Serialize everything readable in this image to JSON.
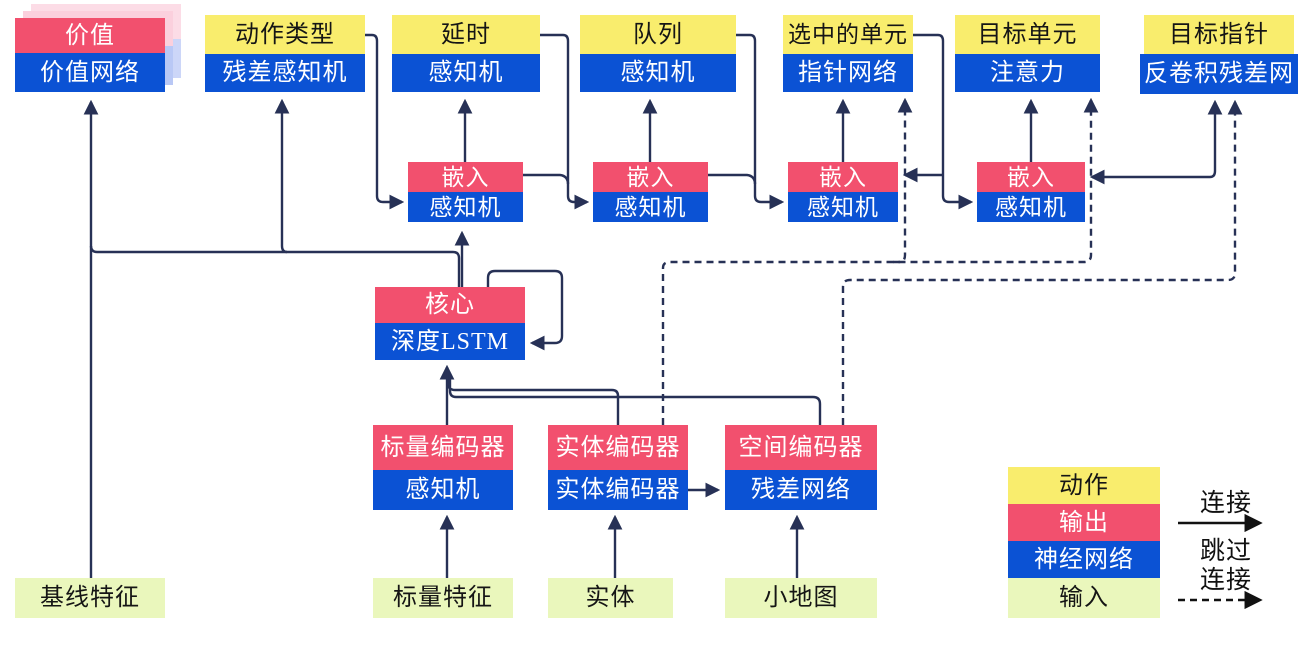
{
  "nodes": {
    "value": {
      "top": "价值",
      "bottom": "价值网络"
    },
    "action_type": {
      "top": "动作类型",
      "bottom": "残差感知机"
    },
    "delay": {
      "top": "延时",
      "bottom": "感知机"
    },
    "queue": {
      "top": "队列",
      "bottom": "感知机"
    },
    "selected_units": {
      "top": "选中的单元",
      "bottom": "指针网络"
    },
    "target_unit": {
      "top": "目标单元",
      "bottom": "注意力"
    },
    "target_point": {
      "top": "目标指针",
      "bottom": "反卷积残差网"
    },
    "embed1": {
      "top": "嵌入",
      "bottom": "感知机"
    },
    "embed2": {
      "top": "嵌入",
      "bottom": "感知机"
    },
    "embed3": {
      "top": "嵌入",
      "bottom": "感知机"
    },
    "embed4": {
      "top": "嵌入",
      "bottom": "感知机"
    },
    "core": {
      "top": "核心",
      "bottom": "深度LSTM"
    },
    "scalar_encoder": {
      "top": "标量编码器",
      "bottom": "感知机"
    },
    "entity_encoder": {
      "top": "实体编码器",
      "bottom": "实体编码器"
    },
    "spatial_encoder": {
      "top": "空间编码器",
      "bottom": "残差网络"
    },
    "baseline_features": {
      "label": "基线特征"
    },
    "scalar_features": {
      "label": "标量特征"
    },
    "entities": {
      "label": "实体"
    },
    "minimap": {
      "label": "小地图"
    }
  },
  "legend": {
    "action": "动作",
    "output": "输出",
    "neural_network": "神经网络",
    "input": "输入",
    "connection": "连接",
    "skip_connection_line1": "跳过",
    "skip_connection_line2": "连接"
  },
  "colors": {
    "action_yellow": "#f9ed6d",
    "output_red": "#f2506e",
    "network_blue": "#0b52d4",
    "input_green": "#eaf7bc",
    "wire_navy": "#273156",
    "legend_arrow_black": "#111111"
  },
  "edges": [
    {
      "from": "baseline_features",
      "to": "value",
      "style": "solid"
    },
    {
      "from": "core",
      "to": "value",
      "style": "solid"
    },
    {
      "from": "core",
      "to": "action_type",
      "style": "solid"
    },
    {
      "from": "core",
      "to": "embed1",
      "style": "solid"
    },
    {
      "from": "action_type",
      "to": "embed1",
      "style": "solid"
    },
    {
      "from": "embed1",
      "to": "delay",
      "style": "solid"
    },
    {
      "from": "embed1",
      "to": "embed2",
      "style": "solid"
    },
    {
      "from": "delay",
      "to": "embed2",
      "style": "solid"
    },
    {
      "from": "embed2",
      "to": "queue",
      "style": "solid"
    },
    {
      "from": "embed2",
      "to": "embed3",
      "style": "solid"
    },
    {
      "from": "queue",
      "to": "embed3",
      "style": "solid"
    },
    {
      "from": "embed3",
      "to": "selected_units",
      "style": "solid"
    },
    {
      "from": "selected_units",
      "to": "embed3",
      "style": "solid"
    },
    {
      "from": "selected_units",
      "to": "embed4",
      "style": "solid"
    },
    {
      "from": "embed4",
      "to": "target_unit",
      "style": "solid"
    },
    {
      "from": "embed4",
      "to": "target_point",
      "style": "solid",
      "note": "arrowheads at both ends in figure"
    },
    {
      "from": "core",
      "to": "core",
      "style": "solid",
      "note": "recurrent self-loop"
    },
    {
      "from": "scalar_features",
      "to": "scalar_encoder",
      "style": "solid"
    },
    {
      "from": "entities",
      "to": "entity_encoder",
      "style": "solid"
    },
    {
      "from": "minimap",
      "to": "spatial_encoder",
      "style": "solid"
    },
    {
      "from": "scalar_encoder",
      "to": "core",
      "style": "solid"
    },
    {
      "from": "entity_encoder",
      "to": "core",
      "style": "solid"
    },
    {
      "from": "spatial_encoder",
      "to": "core",
      "style": "solid"
    },
    {
      "from": "entity_encoder",
      "to": "spatial_encoder",
      "style": "solid"
    },
    {
      "from": "entity_encoder",
      "to": "selected_units",
      "style": "dashed"
    },
    {
      "from": "entity_encoder",
      "to": "target_unit",
      "style": "dashed"
    },
    {
      "from": "spatial_encoder",
      "to": "target_point",
      "style": "dashed"
    }
  ]
}
